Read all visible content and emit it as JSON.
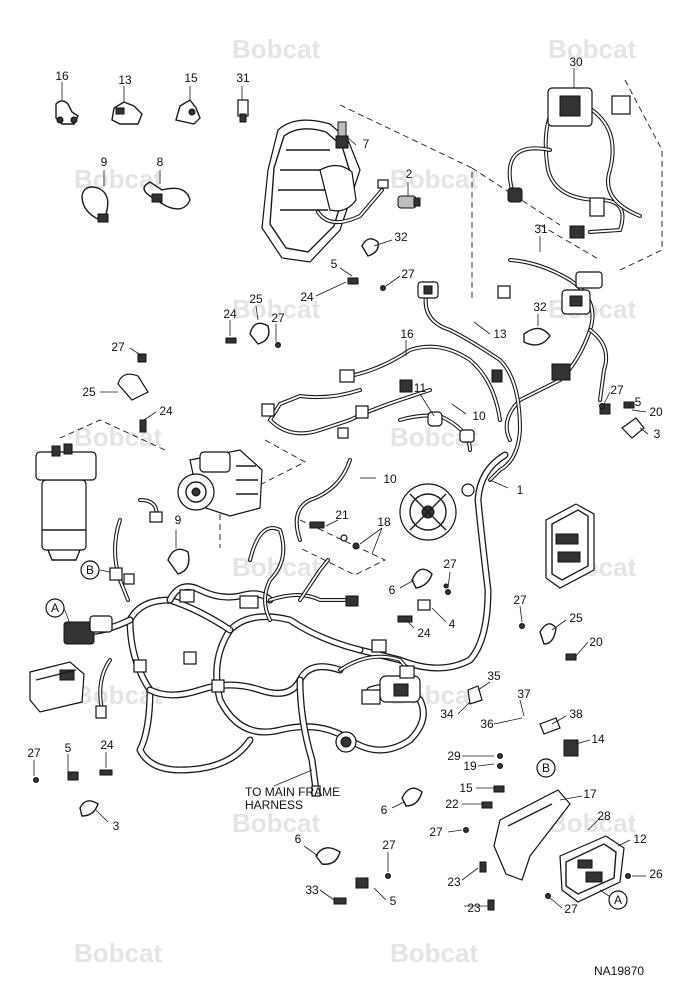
{
  "watermark": "Bobcat",
  "note": "TO MAIN FRAME\nHARNESS",
  "figure_id": "NA19870",
  "colors": {
    "line": "#1a1a1a",
    "watermark": "#e4e4e4"
  },
  "callouts": [
    "16",
    "13",
    "15",
    "31",
    "30",
    "9",
    "8",
    "7",
    "2",
    "32",
    "5",
    "27",
    "24",
    "31",
    "25",
    "24",
    "27",
    "13",
    "32",
    "16",
    "27",
    "25",
    "24",
    "11",
    "10",
    "27",
    "5",
    "20",
    "3",
    "1",
    "10",
    "9",
    "21",
    "18",
    "6",
    "27",
    "4",
    "24",
    "27",
    "25",
    "20",
    "B",
    "A",
    "35",
    "37",
    "34",
    "36",
    "38",
    "14",
    "29",
    "19",
    "B",
    "15",
    "17",
    "22",
    "27",
    "24",
    "5",
    "27",
    "3",
    "6",
    "28",
    "12",
    "6",
    "27",
    "23",
    "26",
    "A",
    "33",
    "5",
    "23",
    "27"
  ]
}
